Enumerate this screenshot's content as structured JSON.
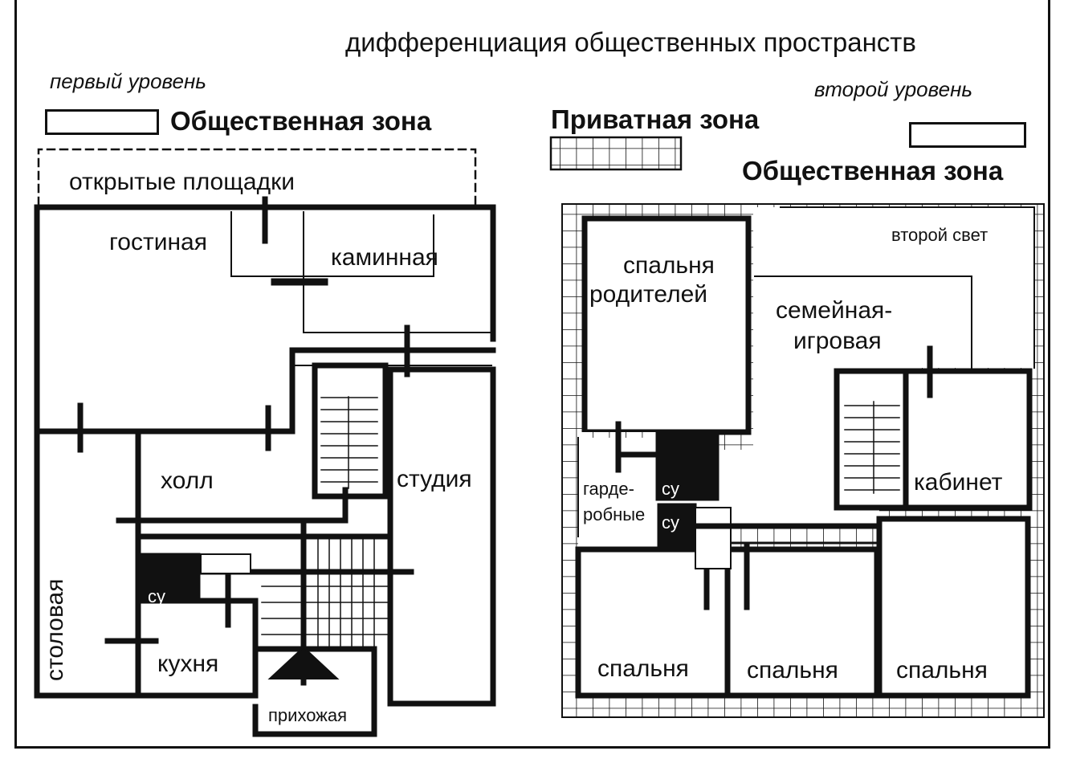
{
  "header": {
    "title": "дифференциация общественных пространств",
    "level_1": "первый уровень",
    "level_2": "второй уровень"
  },
  "legend": {
    "public_zone_1": "Общественная зона",
    "private_zone": "Приватная зона",
    "public_zone_2": "Общественная зона"
  },
  "floor_1": {
    "rooms": {
      "open_areas": "открытые площадки",
      "living": "гостиная",
      "fireplace": "каминная",
      "hall": "холл",
      "studio": "студия",
      "dining": "столовая",
      "kitchen": "кухня",
      "entrance": "прихожая",
      "wc": "су"
    }
  },
  "floor_2": {
    "rooms": {
      "second_light": "второй свет",
      "parents_bedroom_1": "спальня",
      "parents_bedroom_2": "родителей",
      "family_1": "семейная-",
      "family_2": "игровая",
      "study": "кабинет",
      "wardrobe_1": "гарде-",
      "wardrobe_2": "робные",
      "wc_1": "су",
      "wc_2": "су",
      "bedroom_1": "спальня",
      "bedroom_2": "спальня",
      "bedroom_3": "спальня"
    }
  },
  "colors": {
    "ink": "#111111",
    "paper": "#ffffff"
  }
}
